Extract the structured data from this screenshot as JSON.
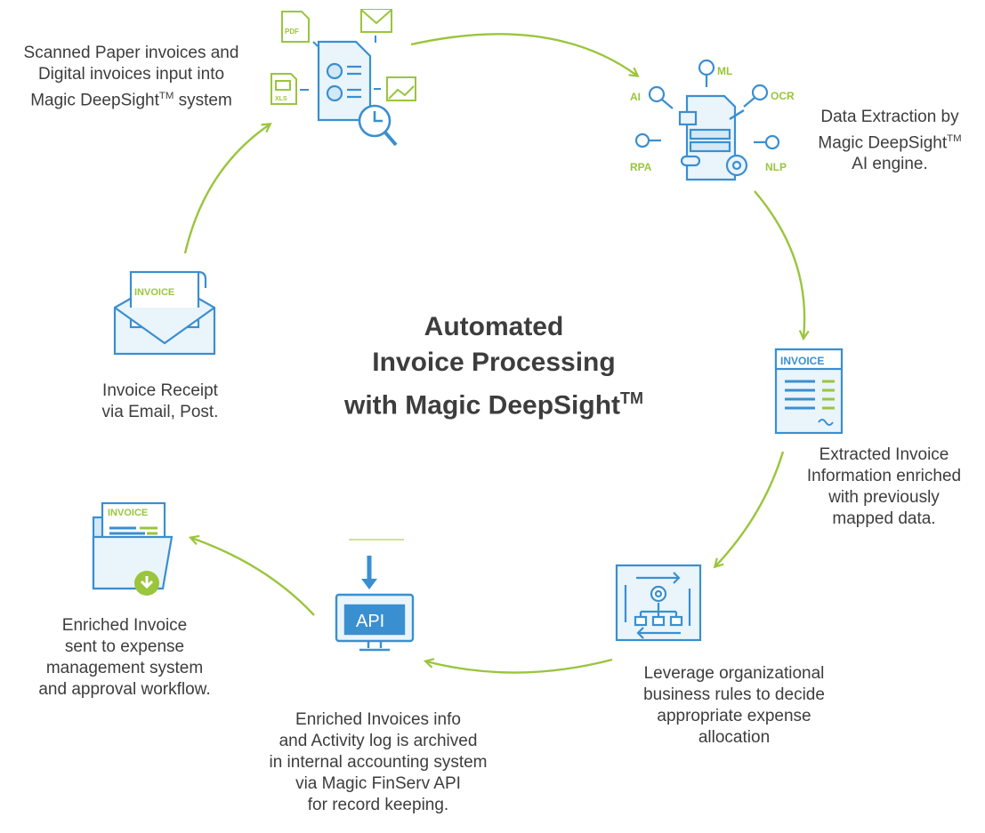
{
  "title": {
    "line1": "Automated",
    "line2": "Invoice Processing",
    "line3_pre": "with Magic DeepSight",
    "tm": "TM"
  },
  "steps": [
    {
      "id": "input",
      "line1": "Scanned Paper invoices and",
      "line2": "Digital invoices input into",
      "line3_pre": "Magic DeepSight",
      "tm": "TM",
      "line3_post": " system"
    },
    {
      "id": "extraction",
      "line1": "Data Extraction by",
      "line2_pre": "Magic DeepSight",
      "tm": "TM",
      "line3": "AI engine."
    },
    {
      "id": "extracted",
      "text": "Extracted Invoice\nInformation enriched\nwith previously\nmapped data."
    },
    {
      "id": "rules",
      "text": "Leverage organizational\nbusiness rules to decide\nappropriate expense\nallocation"
    },
    {
      "id": "archive",
      "text": "Enriched Invoices info\nand Activity log is archived\nin internal accounting system\nvia Magic FinServ API\nfor record keeping."
    },
    {
      "id": "sent",
      "text": "Enriched Invoice\nsent to expense\nmanagement system\nand approval workflow."
    },
    {
      "id": "receipt",
      "text": "Invoice Receipt\nvia Email, Post."
    }
  ],
  "icon_labels": {
    "pdf": "PDF",
    "xls": "XLS",
    "ai": "AI",
    "ml": "ML",
    "ocr": "OCR",
    "rpa": "RPA",
    "nlp": "NLP",
    "invoice": "INVOICE",
    "api": "API"
  },
  "colors": {
    "accent_green": "#9ac53c",
    "icon_blue": "#3a8fd0",
    "icon_light_blue": "#d4e9f7",
    "text": "#3d3d3d"
  },
  "icons": [
    "documents-input-icon",
    "ai-extraction-icon",
    "invoice-document-icon",
    "business-rules-icon",
    "api-monitor-icon",
    "invoice-folder-icon",
    "invoice-envelope-icon"
  ]
}
